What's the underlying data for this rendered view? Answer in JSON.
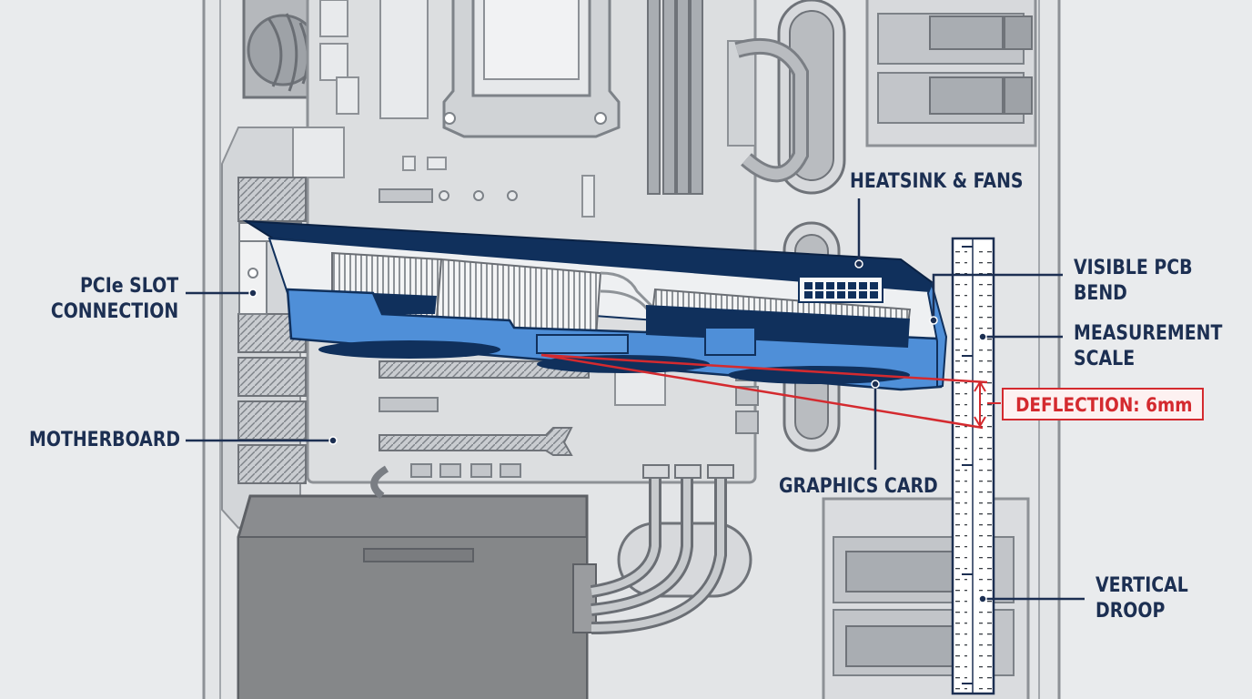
{
  "labels": {
    "pcie": [
      "PCIe SLOT",
      "CONNECTION"
    ],
    "motherboard": "MOTHERBOARD",
    "heatsink": "HEATSINK & FANS",
    "graphics_card": "GRAPHICS CARD",
    "pcb_bend": [
      "VISIBLE PCB",
      "BEND"
    ],
    "scale": [
      "MEASUREMENT",
      "SCALE"
    ],
    "droop": [
      "VERTICAL",
      "DROOP"
    ],
    "deflection": "DEFLECTION: 6mm"
  },
  "colors": {
    "background": "#e9ebed",
    "case_line": "#8d9196",
    "board": "#dcdee0",
    "card_blue": "#4f8fd8",
    "card_dark": "#10305c",
    "label_text": "#1c2f52",
    "deflection_red": "#d42a2f",
    "psu": "#8a8c8f"
  }
}
